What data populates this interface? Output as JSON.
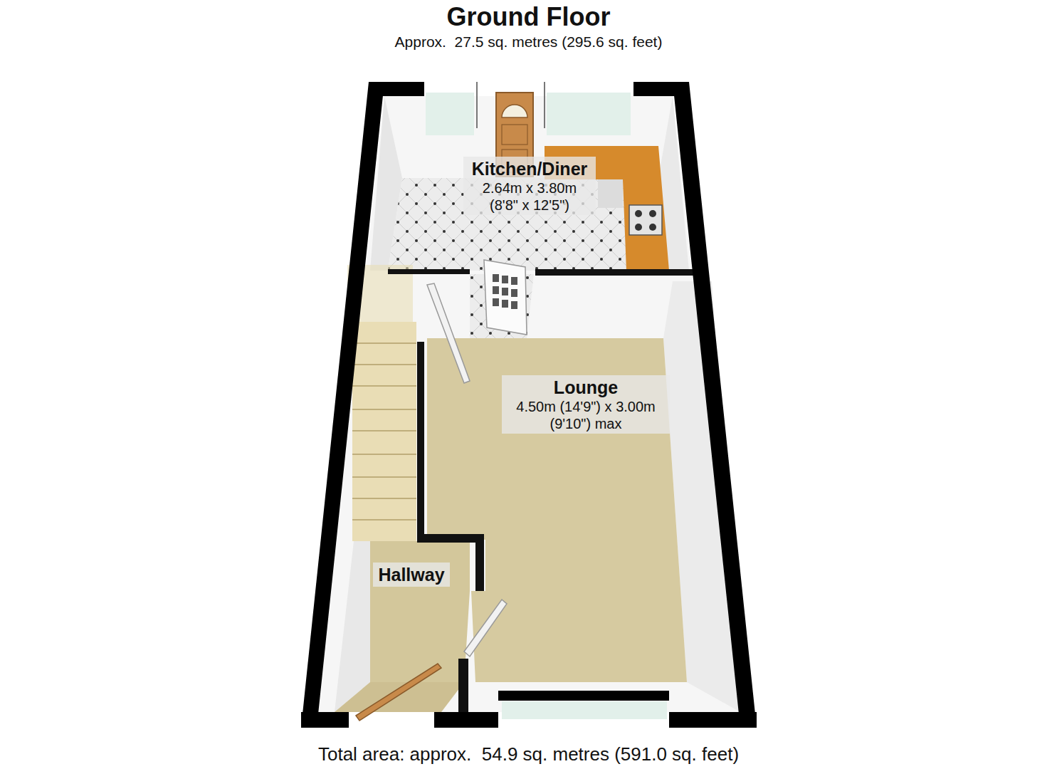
{
  "diagram": {
    "title": "Ground Floor",
    "caption": "Total area: approx.  54.9 sq. metres (591.0 sq. feet)",
    "nodes": [
      {
        "text": [
          "Kitchen/Diner",
          "2.64m x 3.80m (8'8\" x 12'5\")"
        ]
      },
      {
        "text": [
          "Lounge",
          "4.50m (14'9\") x 3.00m (9'10\") max"
        ]
      },
      {
        "text": [
          "Hallway"
        ]
      }
    ],
    "labels": [
      "Approx.  27.5 sq. metres (295.6 sq. feet)"
    ]
  }
}
